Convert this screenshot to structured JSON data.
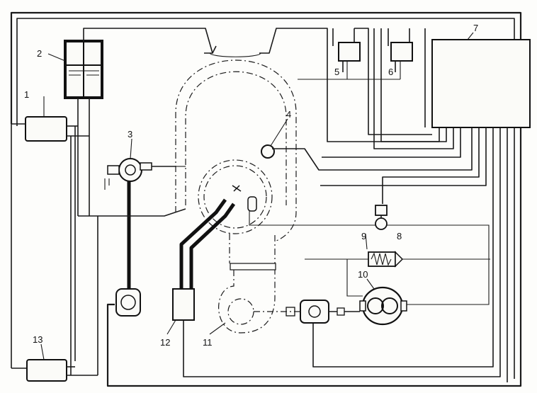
{
  "labels": {
    "n1": "1",
    "n2": "2",
    "n3": "3",
    "n4": "4",
    "n5": "5",
    "n6": "6",
    "n7": "7",
    "n8": "8",
    "n9": "9",
    "n10": "10",
    "n11": "11",
    "n12": "12",
    "n13": "13"
  },
  "colors": {
    "ink": "#1a1a1a",
    "paper": "#fdfdfb"
  }
}
